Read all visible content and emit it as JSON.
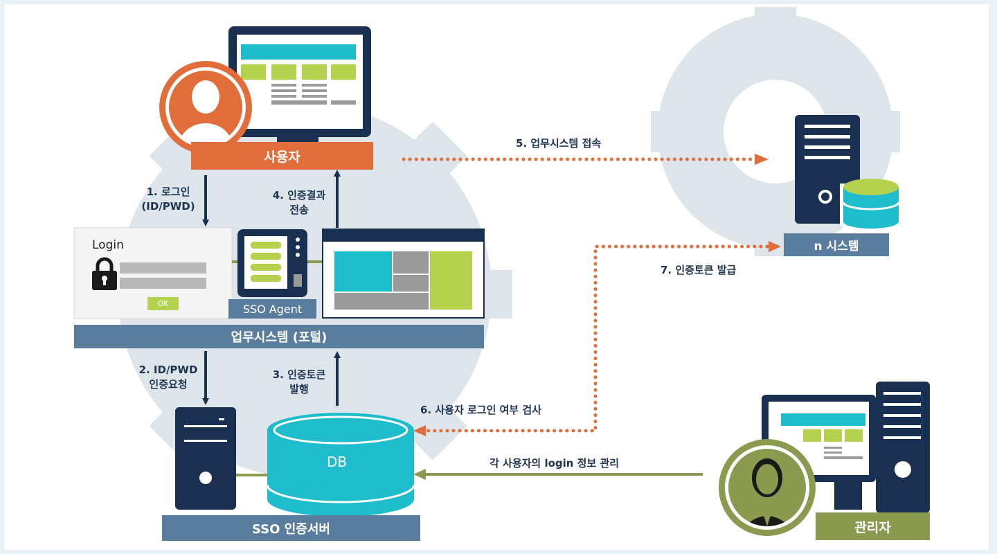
{
  "nodes": {
    "user": "사용자",
    "portal": "업무시스템 (포털)",
    "sso_agent": "SSO Agent",
    "sso_server": "SSO 인증서버",
    "db": "DB",
    "n_system": "n 시스템",
    "admin": "관리자"
  },
  "login_box": {
    "title": "Login",
    "ok_label": "OK"
  },
  "steps": {
    "s1_line1": "1. 로그인",
    "s1_line2": "(ID/PWD)",
    "s2_line1": "2. ID/PWD",
    "s2_line2": "인증요청",
    "s3_line1": "3. 인증토큰",
    "s3_line2": "발행",
    "s4_line1": "4. 인증결과",
    "s4_line2": "전송",
    "s5": "5. 업무시스템 접속",
    "s6": "6. 사용자 로그인 여부 검사",
    "s7": "7. 인증토큰 발급",
    "admin_flow": "각 사용자의 login 정보 관리"
  },
  "colors": {
    "navy": "#1a3050",
    "orange": "#e06d3a",
    "steel": "#5b7d9d",
    "cyan": "#1fbccc",
    "lime": "#b5d24f",
    "olive": "#8a9a4f",
    "gear": "#dbe3e9"
  }
}
